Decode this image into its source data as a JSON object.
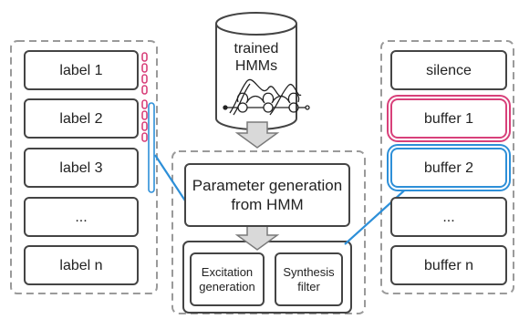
{
  "labels": [
    "label 1",
    "label 2",
    "label 3",
    "...",
    "label n"
  ],
  "database": {
    "line1": "trained",
    "line2": "HMMs"
  },
  "parameter_generation": {
    "line1": "Parameter generation",
    "line2": "from HMM"
  },
  "excitation": {
    "line1": "Excitation",
    "line2": "generation"
  },
  "synthesis": {
    "line1": "Synthesis",
    "line2": "filter"
  },
  "buffers": [
    "silence",
    "buffer 1",
    "buffer 2",
    "...",
    "buffer n"
  ],
  "colors": {
    "pink": "#d8407a",
    "blue": "#2d8fd8",
    "dash": "#9a9a9a",
    "arrow_fill": "#d9d9d9"
  }
}
